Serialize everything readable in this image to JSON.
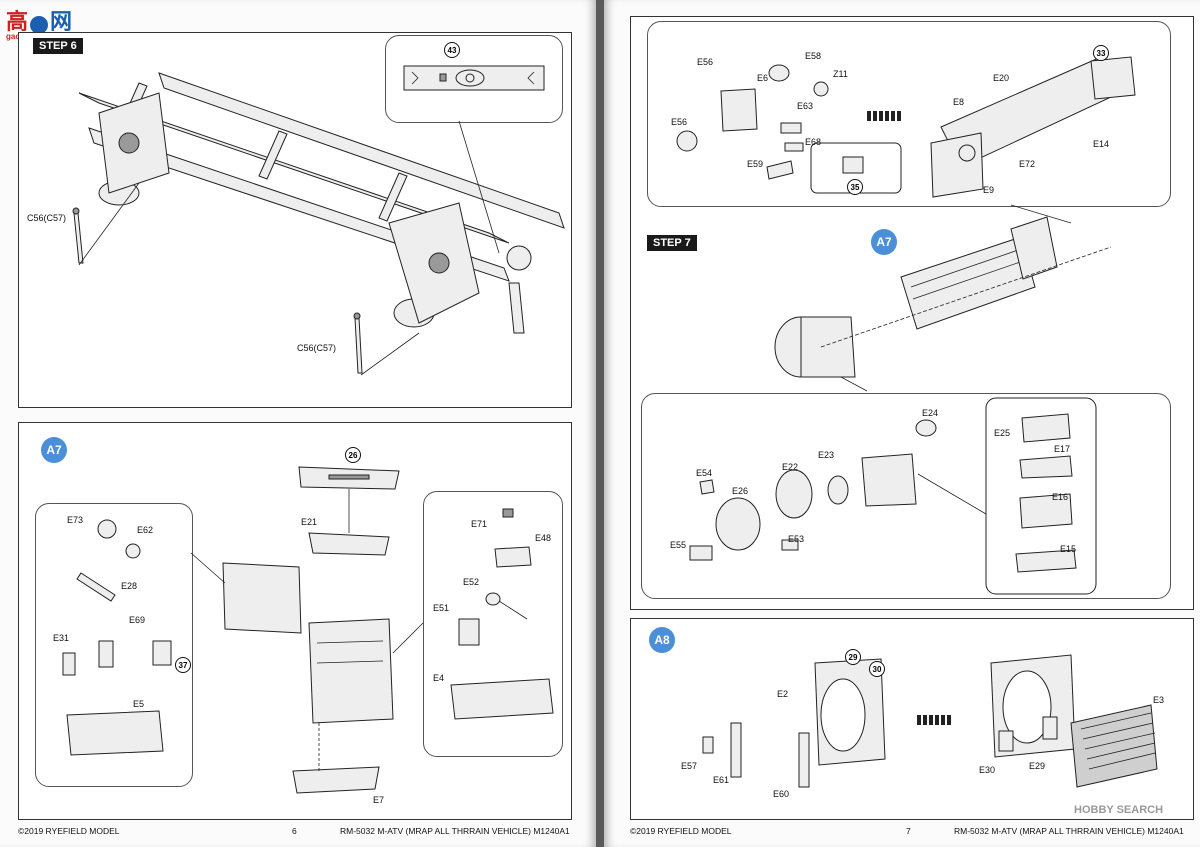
{
  "watermark_top": {
    "chars": "高",
    "brand": "网",
    "url": "gao-shou.com"
  },
  "watermark_bottom": {
    "brand": "HOBBY SEARCH"
  },
  "left_page": {
    "step6": {
      "badge": "STEP 6",
      "callout_num": "43",
      "labels": [
        "C56(C57)",
        "C56(C57)"
      ]
    },
    "a7_panel": {
      "badge": "A7",
      "callout_num": "26",
      "callout_37": "37",
      "labels": {
        "E73": "E73",
        "E62": "E62",
        "E28": "E28",
        "E31": "E31",
        "E69": "E69",
        "E5": "E5",
        "E21": "E21",
        "E7": "E7",
        "E71": "E71",
        "E48": "E48",
        "E52": "E52",
        "E51": "E51",
        "E4": "E4"
      }
    },
    "footer": {
      "copyright": "©2019 RYEFIELD MODEL",
      "page": "6",
      "title": "RM-5032 M-ATV (MRAP ALL THRRAIN VEHICLE) M1240A1"
    }
  },
  "right_page": {
    "top_panel": {
      "callout_33": "33",
      "callout_35": "35",
      "labels": {
        "E56a": "E56",
        "E58": "E58",
        "E6": "E6",
        "Z11": "Z11",
        "E56b": "E56",
        "E63": "E63",
        "E68": "E68",
        "E59": "E59",
        "E20": "E20",
        "E8": "E8",
        "E72": "E72",
        "E14": "E14",
        "E9": "E9"
      }
    },
    "step7": {
      "badge": "STEP 7",
      "a_badge": "A7"
    },
    "trans_panel": {
      "labels": {
        "E24": "E24",
        "E25": "E25",
        "E22": "E22",
        "E23": "E23",
        "E17": "E17",
        "E54": "E54",
        "E26": "E26",
        "E16": "E16",
        "E55": "E55",
        "E53": "E53",
        "E15": "E15"
      }
    },
    "a8_panel": {
      "badge": "A8",
      "callout_29": "29",
      "callout_30": "30",
      "labels": {
        "E2": "E2",
        "E3": "E3",
        "E57": "E57",
        "E61": "E61",
        "E60": "E60",
        "E30": "E30",
        "E29": "E29"
      }
    },
    "footer": {
      "copyright": "©2019 RYEFIELD MODEL",
      "page": "7",
      "title": "RM-5032 M-ATV (MRAP ALL THRRAIN VEHICLE) M1240A1"
    }
  },
  "colors": {
    "badge_blue": "#4a8fd8",
    "step_black": "#1a1a1a",
    "watermark_red": "#d02020",
    "watermark_blue": "#1c5fb0"
  }
}
